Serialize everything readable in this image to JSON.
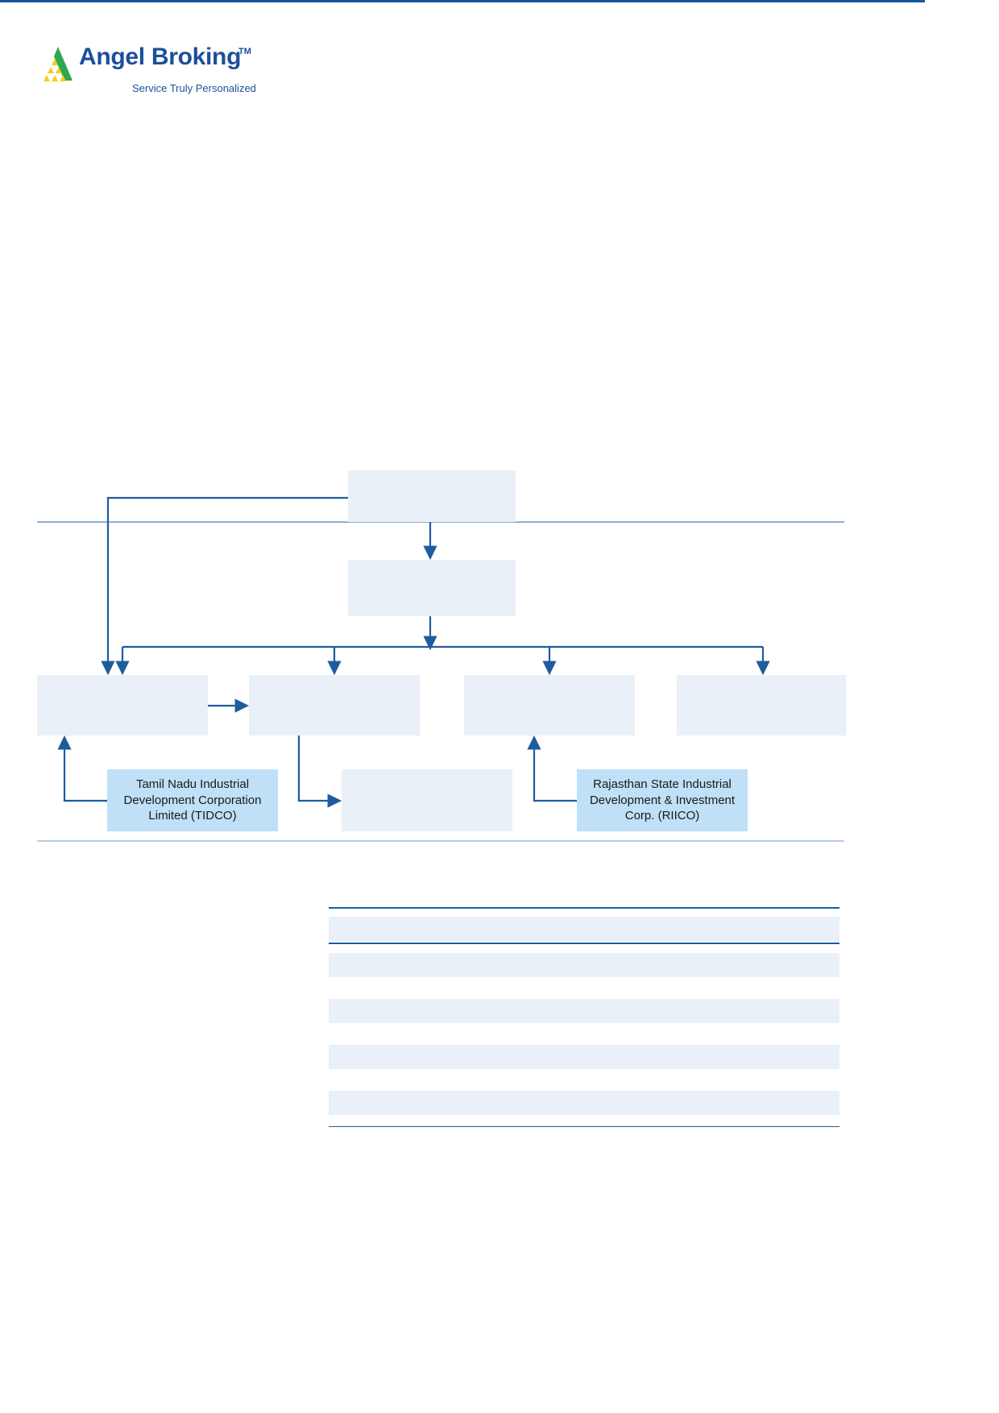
{
  "brand": {
    "name": "Angel Broking",
    "trademark": "TM",
    "tagline": "Service Truly Personalized",
    "mark_icon": "angel-triangle-logo-icon",
    "colors": {
      "word_blue": "#1b4f9c",
      "mark_green": "#2fa84f",
      "mark_yellow": "#f5cc1b"
    }
  },
  "colors": {
    "node_fill": "#eaf0f7",
    "node_highlight_fill": "#bfe0f7",
    "connector": "#1f5c9e",
    "rule_light": "#8fb0d4",
    "rule_mid": "#b9cde4",
    "rule_footer": "#11559f",
    "table_band": "#eaf0f7",
    "table_rule": "#1f5c9e"
  },
  "diagram": {
    "type": "org-flow-chart",
    "nodes": [
      {
        "id": "root",
        "label": "",
        "style": "plain"
      },
      {
        "id": "second",
        "label": "",
        "style": "plain"
      },
      {
        "id": "c1",
        "label": "",
        "style": "plain"
      },
      {
        "id": "c2",
        "label": "",
        "style": "plain"
      },
      {
        "id": "c3",
        "label": "",
        "style": "plain"
      },
      {
        "id": "c4",
        "label": "",
        "style": "plain"
      },
      {
        "id": "tidco",
        "label": "Tamil Nadu Industrial Development Corporation Limited (TIDCO)",
        "style": "highlight"
      },
      {
        "id": "mid",
        "label": "",
        "style": "plain"
      },
      {
        "id": "riico",
        "label": "Rajasthan State Industrial Development & Investment Corp. (RIICO)",
        "style": "highlight"
      }
    ],
    "edges": [
      {
        "from": "root",
        "to": "c1",
        "kind": "elbow-left"
      },
      {
        "from": "root",
        "to": "second",
        "kind": "straight-down"
      },
      {
        "from": "second",
        "to": "c1",
        "kind": "bus-down"
      },
      {
        "from": "second",
        "to": "c2",
        "kind": "bus-down"
      },
      {
        "from": "second",
        "to": "c3",
        "kind": "bus-down"
      },
      {
        "from": "second",
        "to": "c4",
        "kind": "bus-down"
      },
      {
        "from": "c1",
        "to": "c2",
        "kind": "straight-right"
      },
      {
        "from": "tidco",
        "to": "c1",
        "kind": "elbow-up"
      },
      {
        "from": "c2",
        "to": "mid",
        "kind": "elbow-right"
      },
      {
        "from": "riico",
        "to": "c3",
        "kind": "elbow-up"
      }
    ]
  },
  "table": {
    "header_row": {
      "cells": [
        "",
        "",
        "",
        ""
      ]
    },
    "rows": [
      {
        "cells": [
          "",
          "",
          "",
          ""
        ]
      },
      {
        "cells": [
          "",
          "",
          "",
          ""
        ]
      },
      {
        "cells": [
          "",
          "",
          "",
          ""
        ]
      },
      {
        "cells": [
          "",
          "",
          "",
          ""
        ]
      }
    ]
  }
}
